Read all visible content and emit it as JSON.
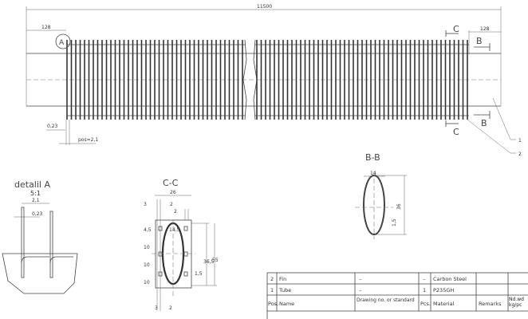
{
  "main_view": {
    "overall_length": "11500",
    "left_offset": "128",
    "right_offset": "128",
    "detail_marker": "A",
    "section_c": "C",
    "section_b": "B",
    "fin_thickness": "0,23",
    "fin_pitch": "pos=2,1",
    "leader_1": "1",
    "leader_2": "2"
  },
  "detail_a": {
    "title": "detalil A",
    "scale": "5:1",
    "pitch": "2,1",
    "thickness": "0,23"
  },
  "section_cc": {
    "title": "C-C",
    "width": "26",
    "dims": [
      "3",
      "2",
      "2",
      "4,5",
      "10",
      "10",
      "10",
      "1,5",
      "36,5",
      "55",
      "3",
      "2"
    ],
    "minor_axis": "14,5"
  },
  "section_bb": {
    "title": "B-B",
    "minor_axis": "14",
    "major_axis": "36",
    "wall": "1,5"
  },
  "parts_table": {
    "rows": [
      {
        "pos": "2",
        "name": "Fin",
        "drawing": "–",
        "pcs": "–",
        "material": "Carbon Steel"
      },
      {
        "pos": "1",
        "name": "Tube",
        "drawing": "–",
        "pcs": "1",
        "material": "P235GH"
      }
    ],
    "header": {
      "pos": "Pos.",
      "name": "Name",
      "drawing": "Drawing no. or standard",
      "pcs": "Pcs.",
      "material": "Material",
      "remarks": "Remarks",
      "weight": "Nd.wd kg/pc"
    }
  },
  "colors": {
    "line": "#444444",
    "background": "#ffffff"
  }
}
